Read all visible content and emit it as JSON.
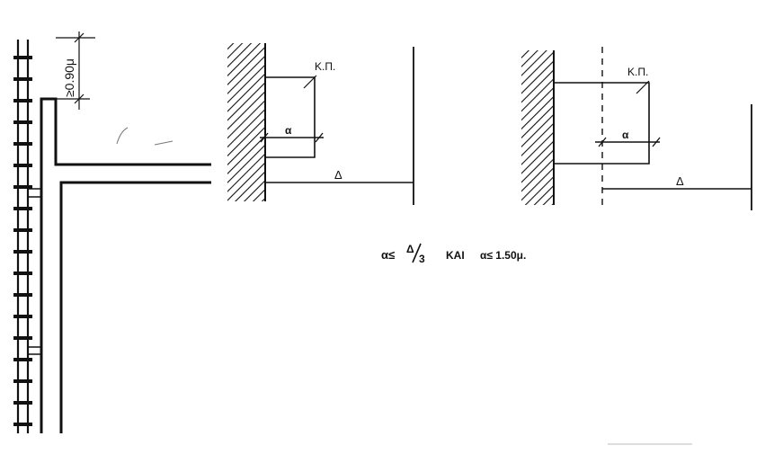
{
  "labels": {
    "height_dim": "≥0.90μ",
    "kp": "Κ.Π.",
    "a": "α",
    "delta": "Δ",
    "formula_main": "α≤",
    "formula_delta": "Δ",
    "formula_denominator": "3",
    "formula_and": "ΚΑΙ",
    "formula_second": "α≤ 1.50μ."
  },
  "colors": {
    "ink": "#111111",
    "paper": "#ffffff"
  }
}
